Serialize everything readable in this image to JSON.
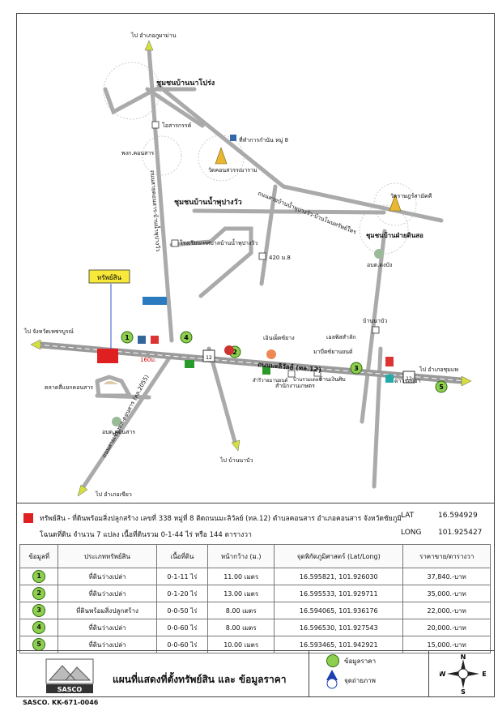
{
  "map": {
    "directions": {
      "north": "ไป อำเภอภูผาม่าน",
      "west": "ไป จังหวัดเพชรบูรณ์",
      "east": "ไป อำเภอชุมแพ",
      "southwest": "ไป อำเภอเขียว",
      "south": "ไป บ้านนาบัว"
    },
    "places": {
      "community_1": "ชุมชนบ้านนาโปร่ง",
      "community_2": "ชุมชนบ้านน้ำพุปางวัว",
      "community_3": "ชุมชนบ้านฝ่ายดินสอ",
      "temple_1": "วัดคอนสวรรณาราม",
      "temple_2": "วัดราษฎร์สามัคคี",
      "office_1": "ที่ทำการกำนัน หมู่ 8",
      "school": "โรงเรียนเทศบาลบ้านน้ำพุปางวัว",
      "post": "โอสารกรรค์",
      "police": "พงก.คอนสาร",
      "market": "ตลาดสี่แยกคอนสาร",
      "subdistrict_1": "อบต.คอนสาร",
      "subdistrict_2": "อบต.ดงบัง",
      "point_420": "420 ม.8",
      "village": "บ้านนาบัว",
      "school_2": "เอลพิสสำลัก",
      "shop_1": "เอินเผ็ดซ์ยาง",
      "shop_2": "มาบีตซ์ยานยนต์",
      "shop_3": "สำนักงานเกษตร",
      "shop_4": "สำรีวายมานยนต์",
      "shop_5": "บ้านรวมเตอร์",
      "shop_6": "ด้านเงินศิม",
      "shop_7": "ดาวรอย์ยา",
      "road_main": "ถนนมะลิวัลย์ (ทล.12)",
      "road_north": "ถนนสายบ้านน้ำพุปางวัว-บ้านโนนทรัพย์ใหร",
      "road_northwest": "ถนนสายคอนสาร-บ้านน้ำพุปางวัว",
      "road_south": "ถนนสายเชียงพล-คอนสาร (ทล.2055)",
      "property_tag": "ทรัพย์สิน",
      "distance": "160ม.",
      "highway_no": "12"
    }
  },
  "info": {
    "line1": "ทรัพย์สิน  -  ที่ดินพร้อมสิ่งปลูกสร้าง เลขที่ 338 หมู่ที่ 8 ติดถนนมะลิวัลย์ (ทล.12) ตำบลคอนสาร อำเภอคอนสาร จังหวัดชัยภูมิ",
    "line2": "โฉนดที่ดิน จำนวน 7 แปลง เนื้อที่ดินรวม 0-1-44 ไร่ หรือ 144 ตารางวา",
    "lat_label": "LAT",
    "lat_value": "16.594929",
    "long_label": "LONG",
    "long_value": "101.925427"
  },
  "table": {
    "headers": [
      "ข้อมูลที่",
      "ประเภททรัพย์สิน",
      "เนื้อที่ดิน",
      "หน้ากว้าง (ม.)",
      "จุดพิกัดภูมิศาสตร์ (Lat/Long)",
      "ราคาขาย/ตารางวา"
    ],
    "rows": [
      {
        "no": "1",
        "type": "ที่ดินว่างเปล่า",
        "area": "0-1-11 ไร่",
        "width": "11.00 เมตร",
        "coords": "16.595821, 101.926030",
        "price": "37,840.-บาท"
      },
      {
        "no": "2",
        "type": "ที่ดินว่างเปล่า",
        "area": "0-1-20 ไร่",
        "width": "13.00 เมตร",
        "coords": "16.595533, 101.929711",
        "price": "35,000.-บาท"
      },
      {
        "no": "3",
        "type": "ที่ดินพร้อมสิ่งปลูกสร้าง",
        "area": "0-0-50 ไร่",
        "width": "8.00 เมตร",
        "coords": "16.594065, 101.936176",
        "price": "22,000.-บาท"
      },
      {
        "no": "4",
        "type": "ที่ดินว่างเปล่า",
        "area": "0-0-60 ไร่",
        "width": "8.00 เมตร",
        "coords": "16.596530, 101.927543",
        "price": "20,000.-บาท"
      },
      {
        "no": "5",
        "type": "ที่ดินว่างเปล่า",
        "area": "0-0-60 ไร่",
        "width": "10.00 เมตร",
        "coords": "16.593465, 101.942921",
        "price": "15,000.-บาท"
      }
    ]
  },
  "legend": {
    "title": "แผนที่แสดงที่ตั้งทรัพย์สิน และ ข้อมูลราคา",
    "logo_text": "SASCO",
    "item1": "ข้อมูลราคา",
    "item2": "จุดถ่ายภาพ",
    "compass": {
      "n": "N",
      "s": "S",
      "e": "E",
      "w": "W"
    }
  },
  "footer": "SASCO. KK-671-0046"
}
